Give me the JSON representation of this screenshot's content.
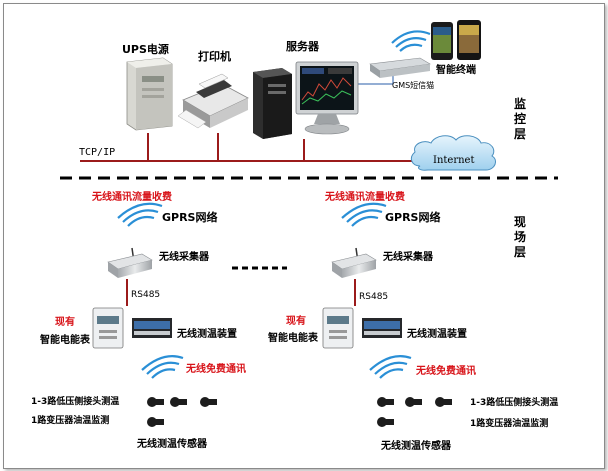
{
  "monitoring": {
    "ups_label": "UPS电源",
    "printer_label": "打印机",
    "server_label": "服务器",
    "terminal_label": "智能终端",
    "gsm_label": "GMS短信猫",
    "network_label": "TCP/IP",
    "internet_label": "Internet",
    "layer_label": "监控层"
  },
  "field": {
    "layer_label": "现场层",
    "left": {
      "charge_label": "无线通讯流量收费",
      "gprs_label": "GPRS网络",
      "collector_label": "无线采集器",
      "bus_label": "RS485",
      "existing_label": "现有",
      "meter_label": "智能电能表",
      "device_label": "无线测温装置",
      "free_label": "无线免费通讯",
      "sensor_line1": "1-3路低压侧接头测温",
      "sensor_line2": "1路变压器油温监测",
      "sensor_label": "无线测温传感器"
    },
    "right": {
      "charge_label": "无线通讯流量收费",
      "gprs_label": "GPRS网络",
      "collector_label": "无线采集器",
      "bus_label": "RS485",
      "existing_label": "现有",
      "meter_label": "智能电能表",
      "device_label": "无线测温装置",
      "free_label": "无线免费通讯",
      "sensor_line1": "1-3路低压侧接头测温",
      "sensor_line2": "1路变压器油温监测",
      "sensor_label": "无线测温传感器"
    }
  },
  "colors": {
    "bus_line": "#9b1b1b",
    "accent_red": "#d8141a",
    "wave_blue": "#2a8fd6",
    "cloud": "#bfe2f6"
  }
}
